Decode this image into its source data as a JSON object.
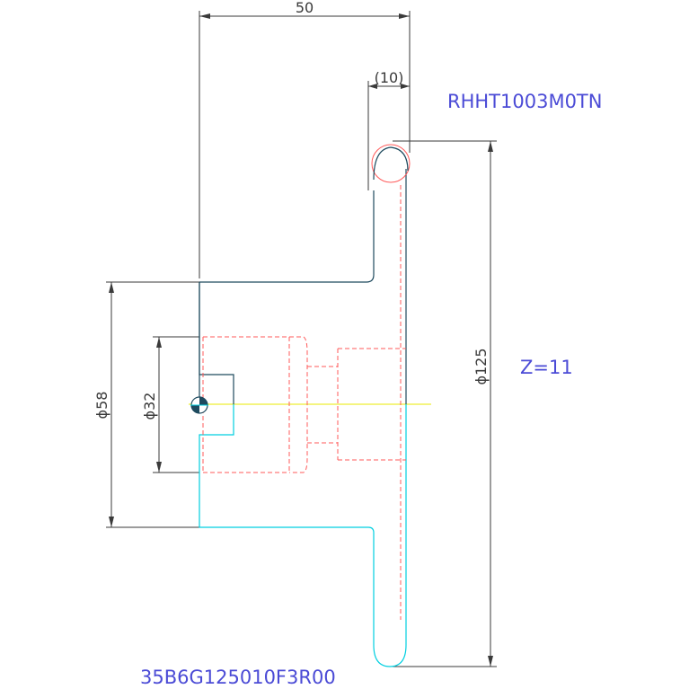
{
  "dimensions": {
    "width_top": "50",
    "edge": "(10)",
    "outer_diameter": "ϕ125",
    "hub_diameter": "ϕ58",
    "bore_diameter": "ϕ32"
  },
  "notes": {
    "insert_code": "RHHT1003M0TN",
    "teeth": "Z=11",
    "part_code": "35B6G125010F3R00"
  },
  "colors": {
    "outline": "#1e4a5e",
    "mirror_outline": "#00cfe0",
    "hidden": "#ff5a5a",
    "dimension": "#3a3a3a",
    "note": "#4b4bd6",
    "centerline": "#e8e800"
  }
}
